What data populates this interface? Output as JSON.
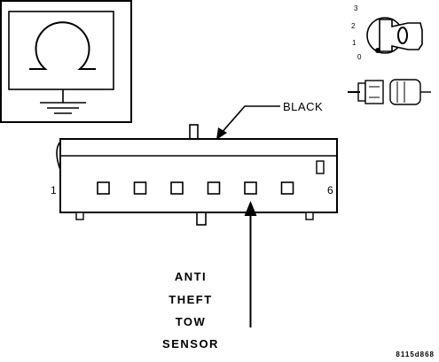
{
  "connector": {
    "wire_color_label": "BLACK",
    "pin_first": "1",
    "pin_last": "6",
    "pin_count": 6,
    "highlighted_pin": 5
  },
  "circuit_label": {
    "line1": "ANTI",
    "line2": "THEFT",
    "line3": "TOW",
    "line4": "SENSOR"
  },
  "key_switch": {
    "positions": [
      "3",
      "2",
      "1",
      "0"
    ]
  },
  "figure_ref": "8115d868",
  "icons": {
    "ground_symbol": "ground-symbol-icon",
    "ignition_key": "ignition-key-icon",
    "connector_side": "connector-side-view-icon"
  }
}
